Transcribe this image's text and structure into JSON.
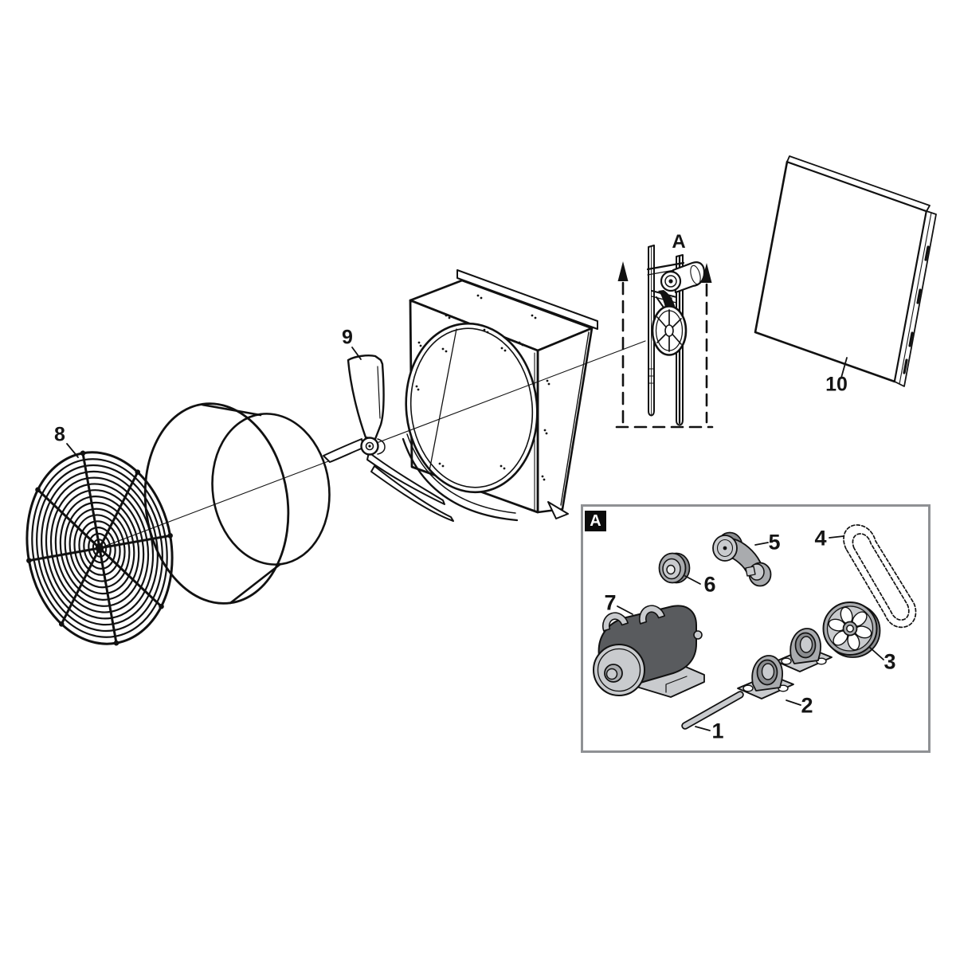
{
  "colors": {
    "outline": "#111111",
    "grey_light": "#c9cbce",
    "grey_mid": "#a9abae",
    "grey_dark": "#8a8c8f",
    "grey_darker": "#595b5e",
    "inset_border": "#8f9194",
    "background": "#ffffff"
  },
  "labels": {
    "part8": "8",
    "part9": "9",
    "part10": "10",
    "assembly": "A"
  },
  "inset": {
    "badge": "A",
    "part1": "1",
    "part2": "2",
    "part3": "3",
    "part4": "4",
    "part5": "5",
    "part6": "6",
    "part7": "7"
  }
}
